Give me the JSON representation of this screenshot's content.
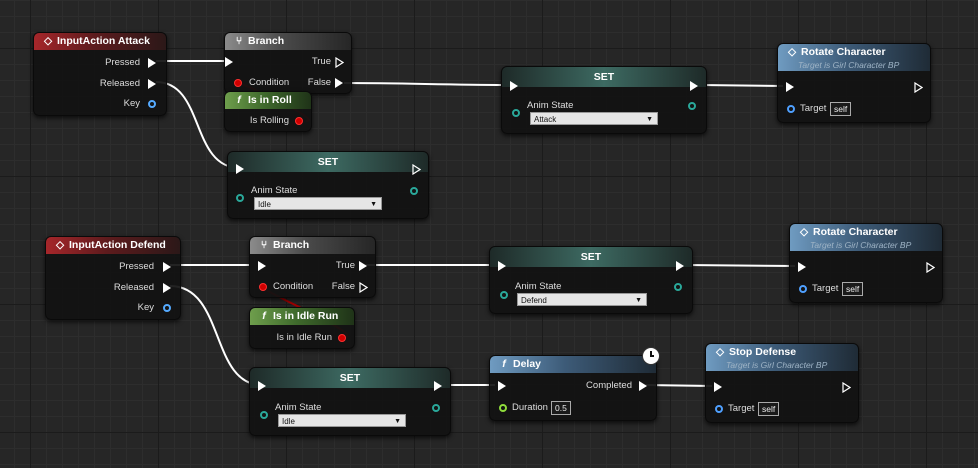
{
  "nodes": {
    "input_attack": {
      "title": "InputAction Attack",
      "pins": [
        "Pressed",
        "Released",
        "Key"
      ]
    },
    "branch1": {
      "title": "Branch",
      "condition": "Condition",
      "true_label": "True",
      "false_label": "False"
    },
    "isinroll": {
      "title": "Is in Roll",
      "pin": "Is Rolling"
    },
    "set1": {
      "title": "SET",
      "var": "Anim State",
      "value": "Attack"
    },
    "rotate1": {
      "title": "Rotate Character",
      "subtitle": "Target is Girl Character BP",
      "target": "Target",
      "target_value": "self"
    },
    "set2": {
      "title": "SET",
      "var": "Anim State",
      "value": "Idle"
    },
    "input_defend": {
      "title": "InputAction Defend",
      "pins": [
        "Pressed",
        "Released",
        "Key"
      ]
    },
    "branch2": {
      "title": "Branch",
      "condition": "Condition",
      "true_label": "True",
      "false_label": "False"
    },
    "isinidlerun": {
      "title": "Is in Idle Run",
      "pin": "Is in Idle Run"
    },
    "set3": {
      "title": "SET",
      "var": "Anim State",
      "value": "Defend"
    },
    "rotate2": {
      "title": "Rotate Character",
      "subtitle": "Target is Girl Character BP",
      "target": "Target",
      "target_value": "self"
    },
    "set4": {
      "title": "SET",
      "var": "Anim State",
      "value": "Idle"
    },
    "delay": {
      "title": "Delay",
      "completed": "Completed",
      "duration": "Duration",
      "duration_value": "0.5"
    },
    "stopdefense": {
      "title": "Stop Defense",
      "subtitle": "Target is Girl Character BP",
      "target": "Target",
      "target_value": "self"
    }
  },
  "icons": {
    "event": "diamond-icon",
    "branch": "branch-icon",
    "function": "function-icon",
    "latent": "clock-icon"
  },
  "colors": {
    "exec_wire": "#ffffff",
    "bool_wire": "#a00000",
    "event_header": "#a6262a",
    "function_header": "#6f9bc1",
    "pure_header": "#6e9e4c",
    "enum_pin": "#2aa89a",
    "object_pin": "#55aaff"
  }
}
